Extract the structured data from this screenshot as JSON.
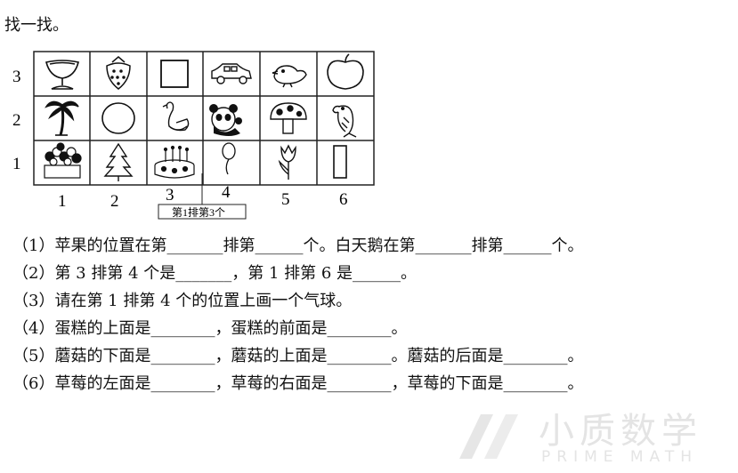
{
  "title": "找一找。",
  "grid": {
    "row_labels": [
      "3",
      "2",
      "1"
    ],
    "col_labels": [
      "1",
      "2",
      "3",
      "4",
      "5",
      "6"
    ],
    "cells": [
      [
        "cup-icon",
        "strawberry-icon",
        "square-icon",
        "car-icon",
        "bird-icon",
        "apple-icon"
      ],
      [
        "palm-tree-icon",
        "circle-icon",
        "swan-icon",
        "panda-icon",
        "mushroom-icon",
        "parrot-icon"
      ],
      [
        "flowers-icon",
        "pine-tree-icon",
        "cake-icon",
        "balloon-icon",
        "tulip-icon",
        "rectangle-icon"
      ]
    ],
    "callout": "第1排第3个"
  },
  "questions": [
    "（1）苹果的位置在第_______排第______个。白天鹅在第_______排第______个。",
    "（2）第 3 排第 4 个是_______，第 1 排第 6 是______。",
    "（3）请在第 1 排第 4 个的位置上画一个气球。",
    "（4）蛋糕的上面是________，蛋糕的前面是________。",
    "（5）蘑菇的下面是________，蘑菇的上面是________。蘑菇的后面是________。",
    "（6）草莓的左面是________，草莓的右面是________，草莓的下面是________。"
  ],
  "watermark": {
    "cn": "小质数学",
    "en": "PRIME MATH"
  }
}
